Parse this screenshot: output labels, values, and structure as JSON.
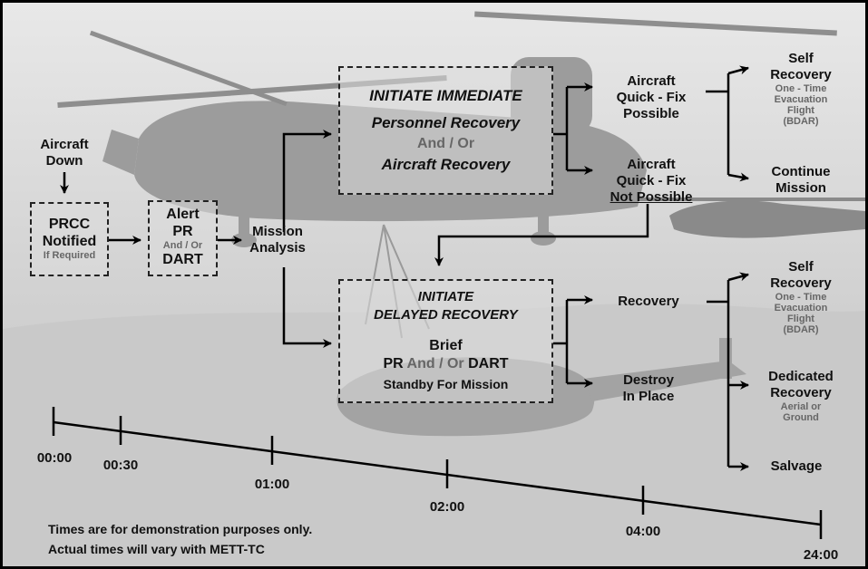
{
  "aircraft_down": [
    "Aircraft",
    "Down"
  ],
  "prcc": {
    "l1": "PRCC",
    "l2": "Notified",
    "note": "If Required"
  },
  "alert": {
    "l1": "Alert",
    "l2": "PR",
    "l3": "And / Or",
    "l4": "DART"
  },
  "mission_analysis": [
    "Mission",
    "Analysis"
  ],
  "immediate": {
    "l1": "INITIATE IMMEDIATE",
    "l2": "Personnel Recovery",
    "l3": "And / Or",
    "l4": "Aircraft Recovery"
  },
  "delayed": {
    "l1": "INITIATE",
    "l2": "DELAYED RECOVERY",
    "l3": "Brief",
    "l4a": "PR ",
    "l4b": "And / Or",
    "l4c": " DART",
    "l5": "Standby For Mission"
  },
  "fix_possible": [
    "Aircraft",
    "Quick - Fix",
    "Possible"
  ],
  "fix_not_possible": [
    "Aircraft",
    "Quick - Fix",
    "Not Possible"
  ],
  "self_recovery_top": {
    "l1": "Self",
    "l2": "Recovery",
    "l3": "One - Time",
    "l4": "Evacuation",
    "l5": "Flight",
    "l6": "(BDAR)"
  },
  "continue_mission": [
    "Continue",
    "Mission"
  ],
  "recovery": "Recovery",
  "destroy": [
    "Destroy",
    "In Place"
  ],
  "self_recovery_bottom": {
    "l1": "Self",
    "l2": "Recovery",
    "l3": "One - Time",
    "l4": "Evacuation",
    "l5": "Flight",
    "l6": "(BDAR)"
  },
  "dedicated": {
    "l1": "Dedicated",
    "l2": "Recovery",
    "l3": "Aerial or",
    "l4": "Ground"
  },
  "salvage": "Salvage",
  "timeline": {
    "t0": "00:00",
    "t1": "00:30",
    "t2": "01:00",
    "t3": "02:00",
    "t4": "04:00",
    "t5": "24:00"
  },
  "footnote": [
    "Times are for demonstration purposes only.",
    "Actual times will vary with METT-TC"
  ]
}
